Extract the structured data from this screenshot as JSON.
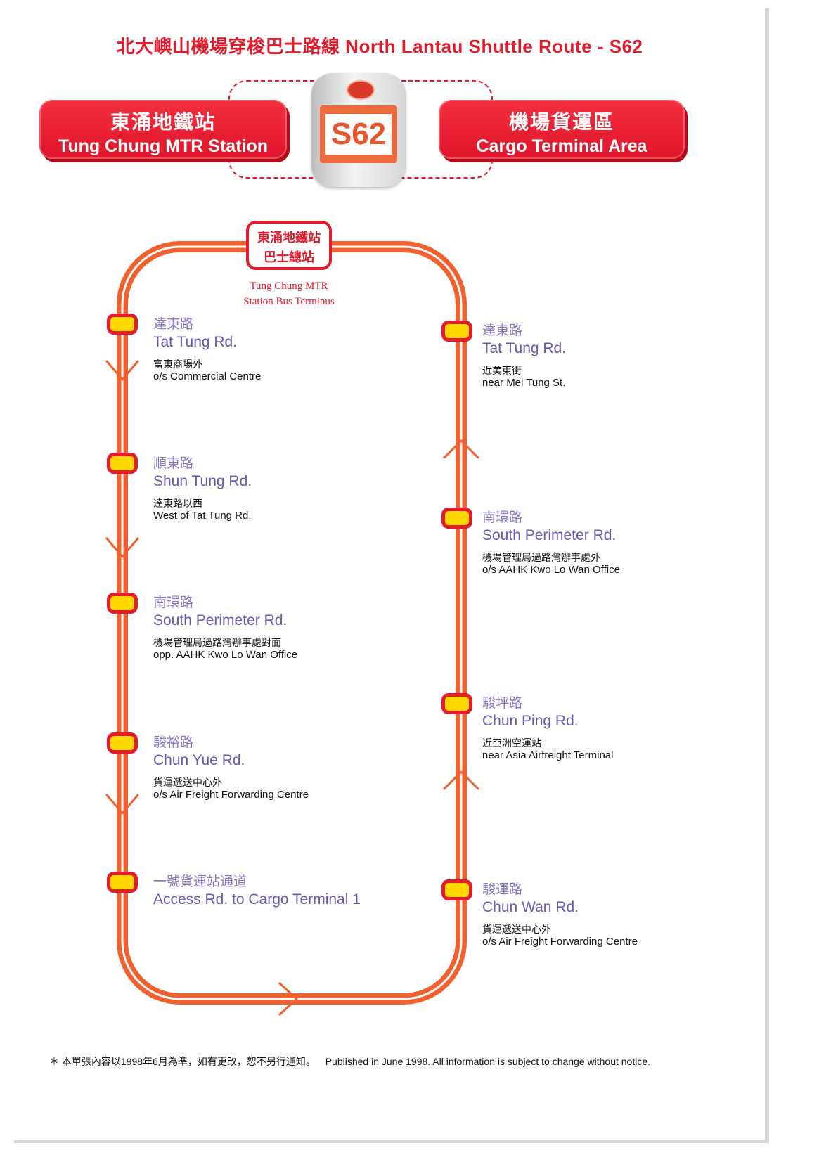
{
  "header": {
    "title": "北大嶼山機場穿梭巴士路線 North Lantau Shuttle Route - S62",
    "left_end": {
      "zh": "東涌地鐵站",
      "en": "Tung Chung MTR Station"
    },
    "right_end": {
      "zh": "機場貨運區",
      "en": "Cargo Terminal Area"
    },
    "route_badge": "S62"
  },
  "terminus": {
    "zh_line1": "東涌地鐵站",
    "zh_line2": "巴士總站",
    "en_line1": "Tung Chung MTR",
    "en_line2": "Station Bus Terminus"
  },
  "stops_left": [
    {
      "zh": "達東路",
      "en": "Tat Tung Rd.",
      "note_zh": "富東商場外",
      "note_en": "o/s Commercial Centre"
    },
    {
      "zh": "順東路",
      "en": "Shun Tung Rd.",
      "note_zh": "達東路以西",
      "note_en": "West of Tat Tung Rd."
    },
    {
      "zh": "南環路",
      "en": "South Perimeter Rd.",
      "note_zh": "機場管理局過路灣辦事處對面",
      "note_en": "opp. AAHK Kwo Lo Wan Office"
    },
    {
      "zh": "駿裕路",
      "en": "Chun Yue Rd.",
      "note_zh": "貨運遞送中心外",
      "note_en": "o/s Air Freight Forwarding Centre"
    },
    {
      "zh": "一號貨運站通道",
      "en": "Access Rd. to Cargo Terminal 1",
      "note_zh": "",
      "note_en": ""
    }
  ],
  "stops_right": [
    {
      "zh": "達東路",
      "en": "Tat Tung Rd.",
      "note_zh": "近美東街",
      "note_en": "near Mei Tung St."
    },
    {
      "zh": "南環路",
      "en": "South Perimeter Rd.",
      "note_zh": "機場管理局過路灣辦事處外",
      "note_en": "o/s AAHK Kwo Lo Wan Office"
    },
    {
      "zh": "駿坪路",
      "en": "Chun Ping Rd.",
      "note_zh": "近亞洲空運站",
      "note_en": "near Asia Airfreight Terminal"
    },
    {
      "zh": "駿運路",
      "en": "Chun Wan Rd.",
      "note_zh": "貨運遞送中心外",
      "note_en": "o/s Air Freight Forwarding Centre"
    }
  ],
  "footer": {
    "zh": "＊ 本單張內容以1998年6月為準，如有更改，恕不另行通知。",
    "en": "Published in June 1998. All information is subject to change without notice."
  },
  "colors": {
    "red": "#e31b2d",
    "route_orange": "#f2602e",
    "marker_yellow": "#ffd800",
    "street_purple": "#6b55b5"
  }
}
